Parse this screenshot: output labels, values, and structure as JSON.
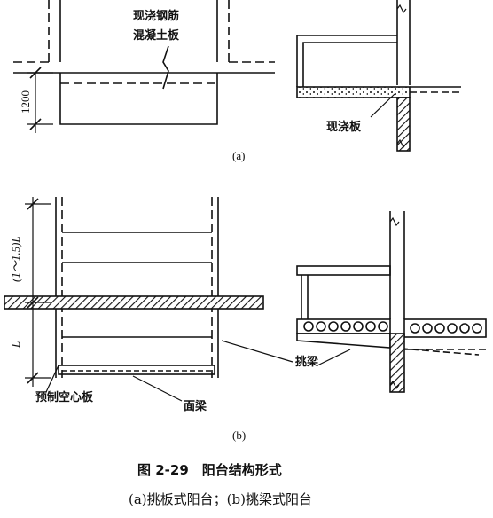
{
  "labels": {
    "a_label_top": "现浇钢筋",
    "a_label_bottom": "混凝土板",
    "a_dim": "1200",
    "a_slab": "现浇板",
    "a_tag": "(a)",
    "b_dim_top": "(1～1.5)L",
    "b_dim_bottom": "L",
    "b_hollow": "预制空心板",
    "b_face_beam": "面梁",
    "b_cant_beam": "挑梁",
    "b_tag": "(b)"
  },
  "caption": {
    "title": "图 2-29　阳台结构形式",
    "subtitle": "(a)挑板式阳台；(b)挑梁式阳台"
  },
  "colors": {
    "ink": "#111111",
    "paper": "#ffffff"
  }
}
